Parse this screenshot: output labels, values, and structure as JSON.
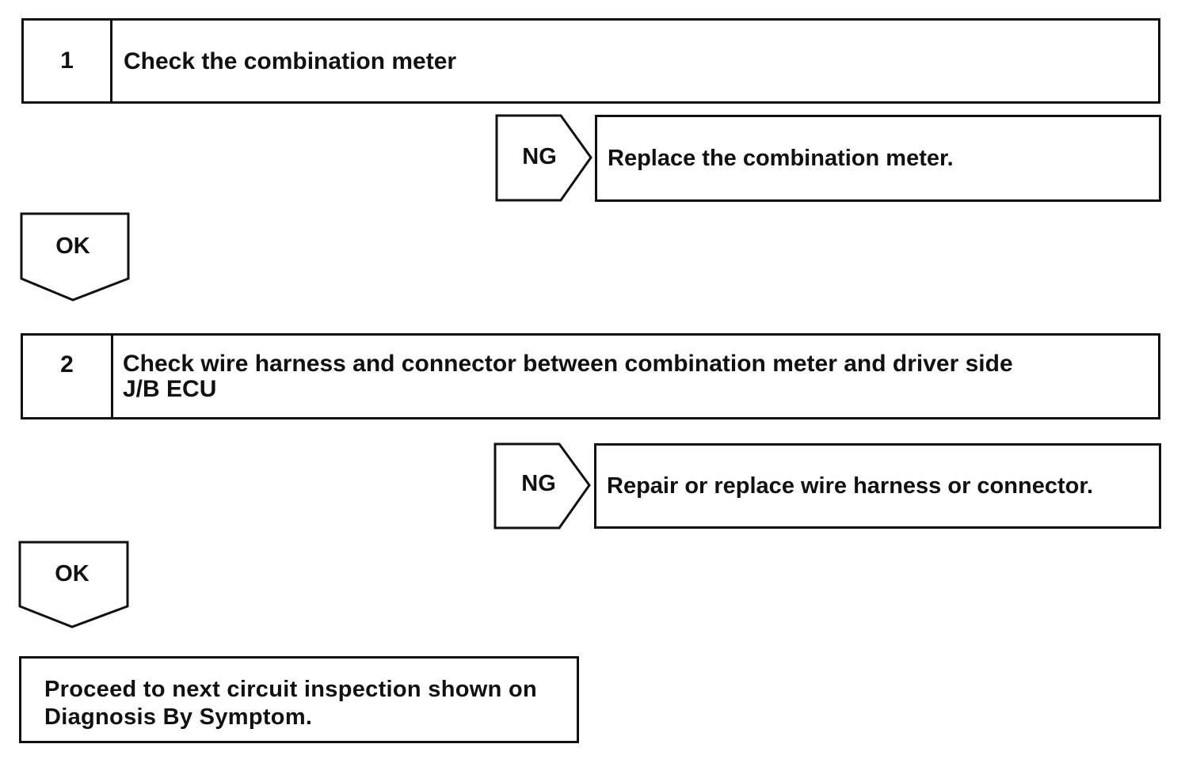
{
  "steps": [
    {
      "number": "1",
      "text": "Check the combination meter"
    },
    {
      "number": "2",
      "text": "Check wire harness and connector between combination meter and driver side\nJ/B ECU"
    }
  ],
  "ng_branches": [
    {
      "label": "NG",
      "action": "Replace the combination meter."
    },
    {
      "label": "NG",
      "action": "Repair or replace wire harness or connector."
    }
  ],
  "ok_labels": [
    "OK",
    "OK"
  ],
  "final": {
    "line1": "Proceed to next circuit inspection shown on",
    "line2": "Diagnosis By Symptom."
  }
}
